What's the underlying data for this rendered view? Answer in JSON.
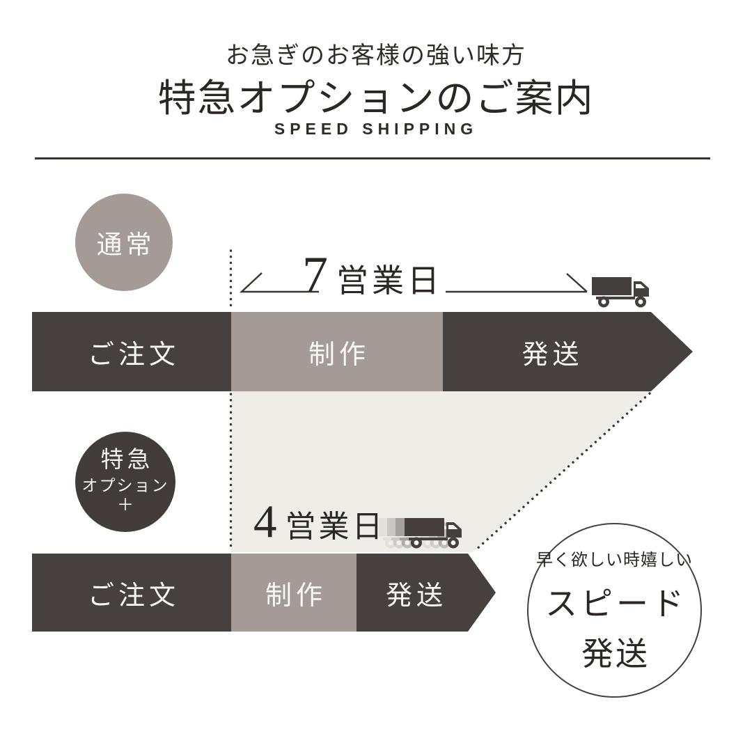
{
  "colors": {
    "dark_brown": "#46413e",
    "taupe_gray": "#a49b97",
    "beige": "#efede8",
    "text_dark": "#2b2725",
    "background": "#ffffff"
  },
  "header": {
    "subtitle": "お急ぎのお客様の強い味方",
    "title": "特急オプションのご案内",
    "tagline": "SPEED SHIPPING"
  },
  "normal": {
    "badge": "通常",
    "duration": {
      "value": "7",
      "unit": "営業日"
    },
    "steps": [
      {
        "label": "ご注文"
      },
      {
        "label": "制作"
      },
      {
        "label": "発送"
      }
    ]
  },
  "express": {
    "badge": {
      "line1": "特急",
      "line2": "オプション",
      "line3": "＋"
    },
    "duration": {
      "value": "4",
      "unit": "営業日"
    },
    "steps": [
      {
        "label": "ご注文"
      },
      {
        "label": "制作"
      },
      {
        "label": "発送"
      }
    ]
  },
  "speed_note": {
    "line1": "早く欲しい時嬉しい",
    "line2": "スピード",
    "line3": "発送"
  },
  "icons": {
    "truck": "truck-icon",
    "speeding_truck": "speeding-truck-icon"
  }
}
